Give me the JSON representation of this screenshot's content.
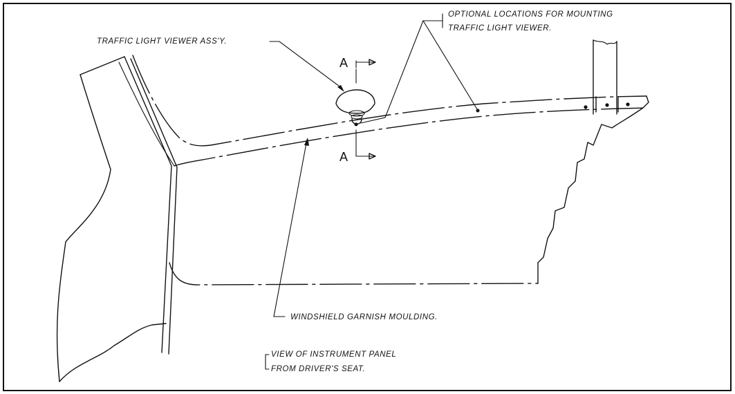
{
  "labels": {
    "viewer_assembly": "TRAFFIC LIGHT VIEWER ASS'Y.",
    "optional_line1": "OPTIONAL LOCATIONS FOR MOUNTING",
    "optional_line2": "TRAFFIC LIGHT VIEWER.",
    "moulding": "WINDSHIELD GARNISH MOULDING.",
    "view_line1": "VIEW OF INSTRUMENT PANEL",
    "view_line2": "FROM DRIVER'S SEAT."
  },
  "section_marks": {
    "top": "A",
    "bottom": "A"
  },
  "colors": {
    "ink": "#111111",
    "paper": "#ffffff"
  }
}
